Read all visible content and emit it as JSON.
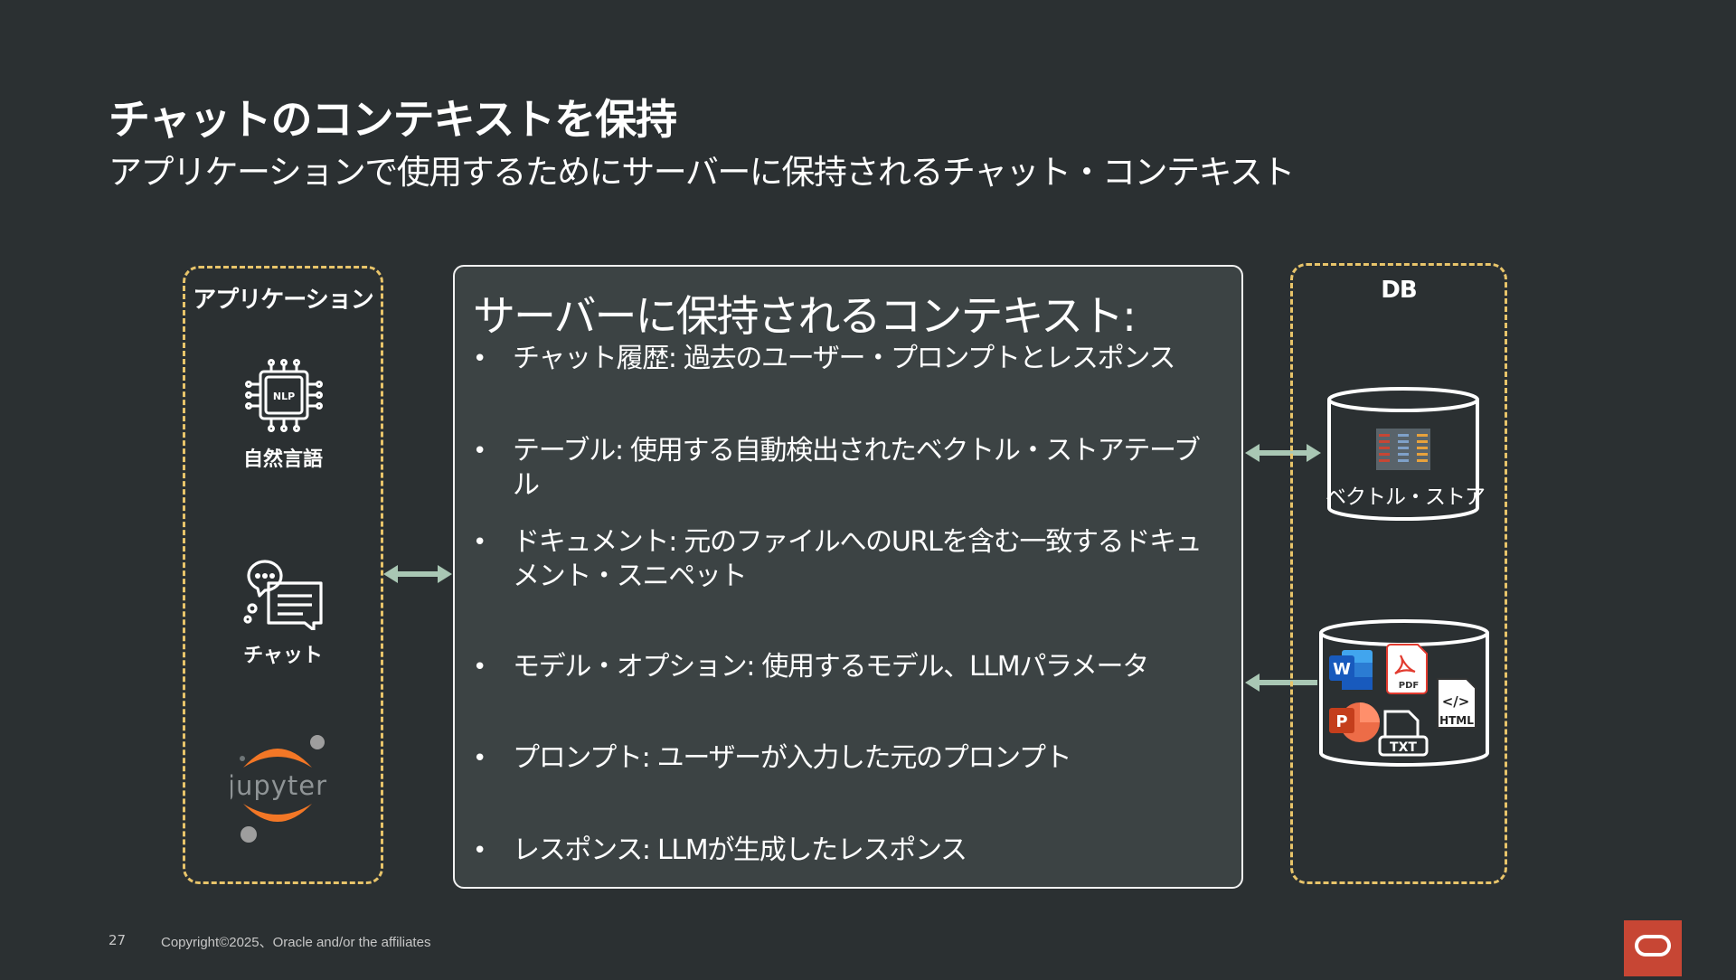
{
  "slide": {
    "title": "チャットのコンテキストを保持",
    "subtitle": "アプリケーションで使用するためにサーバーに保持されるチャット・コンテキスト"
  },
  "app_panel": {
    "title": "アプリケーション",
    "items": [
      {
        "label": "自然言語",
        "icon": "nlp-chip-icon",
        "badge": "NLP"
      },
      {
        "label": "チャット",
        "icon": "chat-bubbles-icon"
      },
      {
        "label": "",
        "icon": "jupyter-logo",
        "logo_text": "jupyter"
      }
    ]
  },
  "server_panel": {
    "heading": "サーバーに保持されるコンテキスト:",
    "bullets": [
      "チャット履歴: 過去のユーザー・プロンプトとレスポンス",
      "テーブル: 使用する自動検出されたベクトル・ストアテーブル",
      "ドキュメント: 元のファイルへのURLを含む一致するドキュメント・スニペット",
      "モデル・オプション: 使用するモデル、LLMパラメータ",
      "プロンプト: ユーザーが入力した元のプロンプト",
      "レスポンス: LLMが生成したレスポンス"
    ]
  },
  "db_panel": {
    "title": "DB",
    "vector_store_label": "ベクトル・ストア",
    "doc_icons": {
      "word": "W",
      "pdf": "PDF",
      "html": "HTML",
      "html_tag": "</>",
      "powerpoint": "P",
      "txt": "TXT"
    }
  },
  "footer": {
    "page_number": "27",
    "copyright": "Copyright©2025、Oracle and/or the affiliates"
  },
  "colors": {
    "background": "#2b3032",
    "panel": "#3c4344",
    "dashed_border": "#e8c46a",
    "arrow": "#a9c7b4",
    "oracle_red": "#c74634",
    "jupyter_orange": "#f37726"
  }
}
